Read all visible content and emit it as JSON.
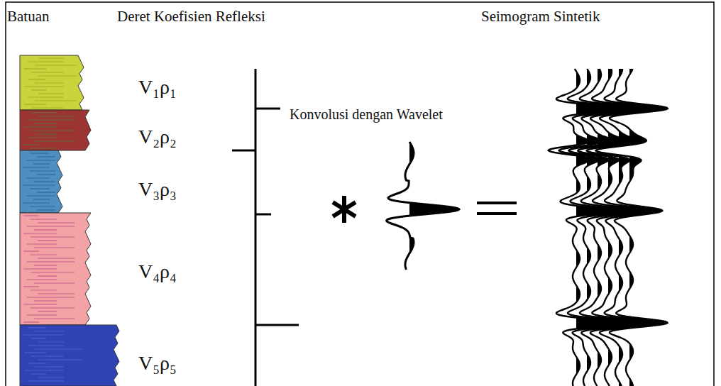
{
  "diagram": {
    "labels": [
      "Batuan",
      "Deret Koefisien Refleksi",
      "Seimogram Sintetik",
      "V₁ρ₁",
      "V₂ρ₂",
      "V₃ρ₃",
      "V₄ρ₄",
      "V₅ρ₅",
      "Konvolusi dengan Wavelet"
    ]
  }
}
